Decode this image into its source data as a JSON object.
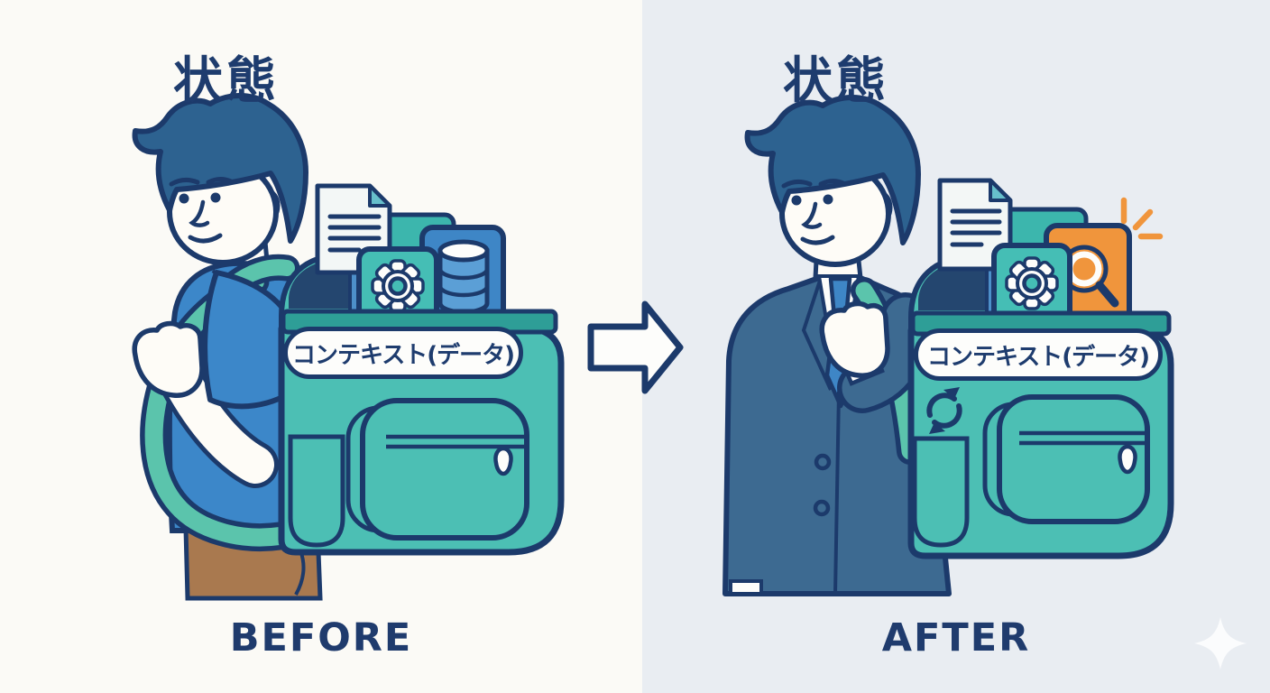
{
  "panels": {
    "before": {
      "title": "状態",
      "backpack_label": "コンテキスト(データ)",
      "caption": "BEFORE",
      "person": "casual-man-blue-shirt",
      "backpack_items": [
        "document-icon",
        "folder-icon",
        "gear-icon",
        "database-icon"
      ]
    },
    "after": {
      "title": "状態",
      "backpack_label": "コンテキスト(データ)",
      "caption": "AFTER",
      "person": "business-man-suit-tie",
      "backpack_items": [
        "document-icon",
        "folder-icon",
        "gear-icon",
        "search-icon",
        "refresh-icon",
        "sparkle-icon"
      ]
    }
  },
  "arrow": {
    "direction": "right"
  },
  "colors": {
    "outline": "#1C3A6B",
    "text_navy": "#1E3C6E",
    "backpack_teal": "#4CBFB4",
    "band_teal_dark": "#2E9E97",
    "strap_mint": "#5BC4AC",
    "shirt_blue": "#3C87C9",
    "suit_slate": "#3D6A91",
    "hair_blue": "#2D6290",
    "pants_brown": "#A9794F",
    "accent_orange": "#F0953C",
    "paper_white": "#F3F7F6",
    "bg_left": "#FBFAF6",
    "bg_right": "#E9EDF2"
  }
}
